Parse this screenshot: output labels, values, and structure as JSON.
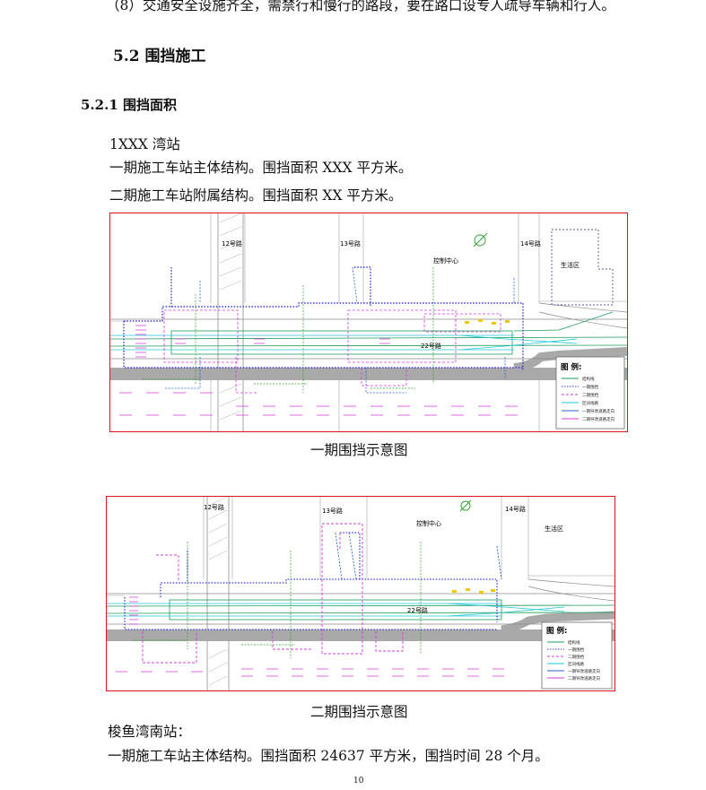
{
  "text": {
    "top_line": "（8）交通安全设施齐全，需禁行和慢行的路段，要在路口设专人疏导车辆和行人。",
    "heading_52": "5.2 围挡施工",
    "heading_521": "5.2.1 围挡面积",
    "station1_name": "1XXX 湾站",
    "station1_phase1": "一期施工车站主体结构。围挡面积 XXX 平方米。",
    "station1_phase2": "二期施工车站附属结构。围挡面积 XX 平方米。",
    "caption1": "一期围挡示意图",
    "caption2": "二期围挡示意图",
    "station2_name": "梭鱼湾南站：",
    "station2_phase1": "一期施工车站主体结构。围挡面积 24637 平方米，围挡时间 28 个月。",
    "page_number": "10"
  },
  "figure1": {
    "road_12": "12号路",
    "road_13": "13号路",
    "road_14": "14号路",
    "road_22": "22号路",
    "control_center": "控制中心",
    "living_area": "生活区",
    "legend_title": "图 例:",
    "legend_items": [
      "结构线",
      "一期围挡",
      "二期围挡",
      "区间线路",
      "一期导改道路走向",
      "二期导改道路走向"
    ]
  },
  "figure2": {
    "road_12": "12号路",
    "road_13": "13号路",
    "road_14": "14号路",
    "road_22": "22号路",
    "control_center": "控制中心",
    "living_area": "生活区",
    "legend_title": "图 例:",
    "legend_items": [
      "结构线",
      "一期围挡",
      "二期围挡",
      "区间线路",
      "一期导改道路走向",
      "二期导改道路走向"
    ]
  },
  "colors": {
    "frame": "#d9141b",
    "phase1_fence": "#3b3bd6",
    "phase2_fence": "#d63bd6",
    "structure": "#1a9c5c",
    "tunnel": "#1ec8d8",
    "road": "#9a9a9a"
  }
}
